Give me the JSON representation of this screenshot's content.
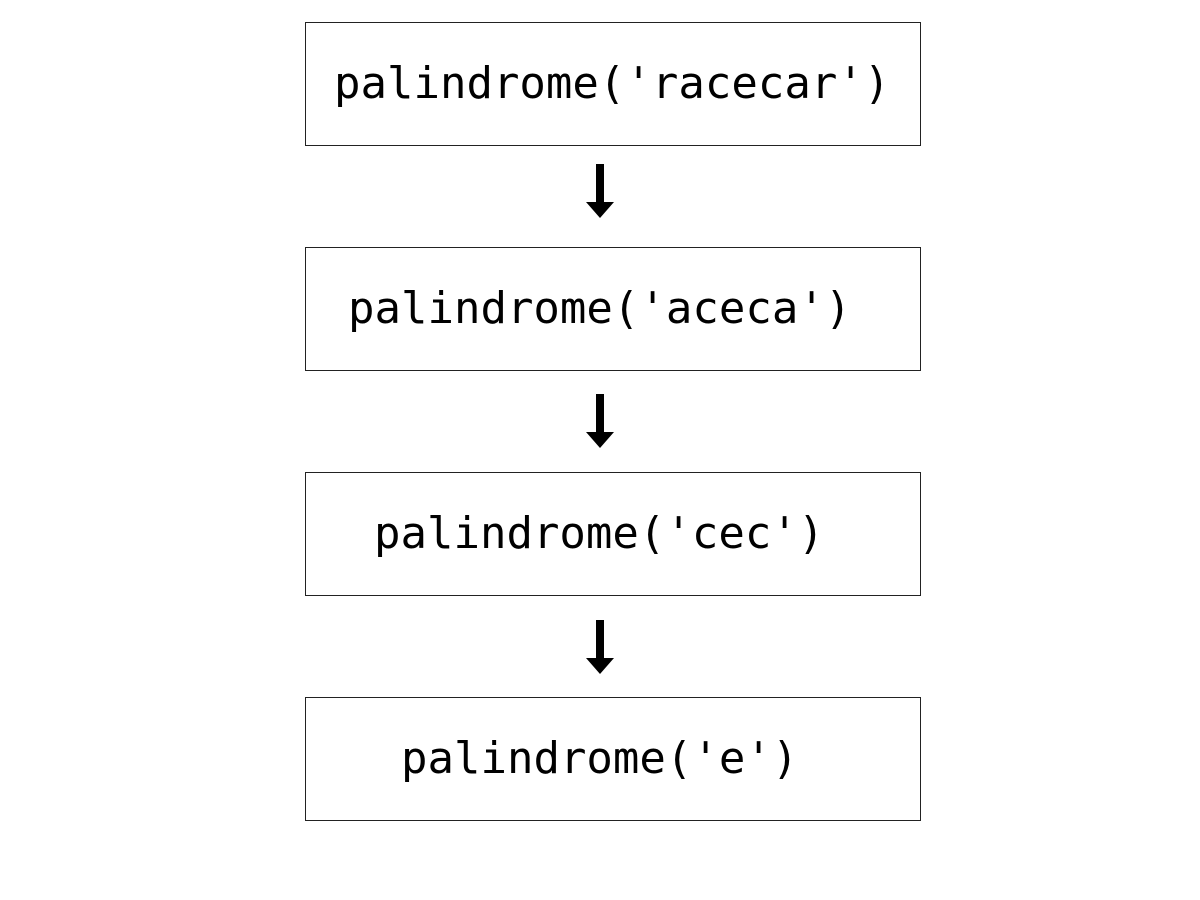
{
  "diagram": {
    "steps": [
      {
        "label": "palindrome('racecar')"
      },
      {
        "label": "palindrome('aceca')"
      },
      {
        "label": "palindrome('cec')"
      },
      {
        "label": "palindrome('e')"
      }
    ],
    "arrow_icon": "arrow-down-icon",
    "colors": {
      "border": "#222222",
      "text": "#000000",
      "arrow": "#000000",
      "background": "#ffffff"
    }
  }
}
